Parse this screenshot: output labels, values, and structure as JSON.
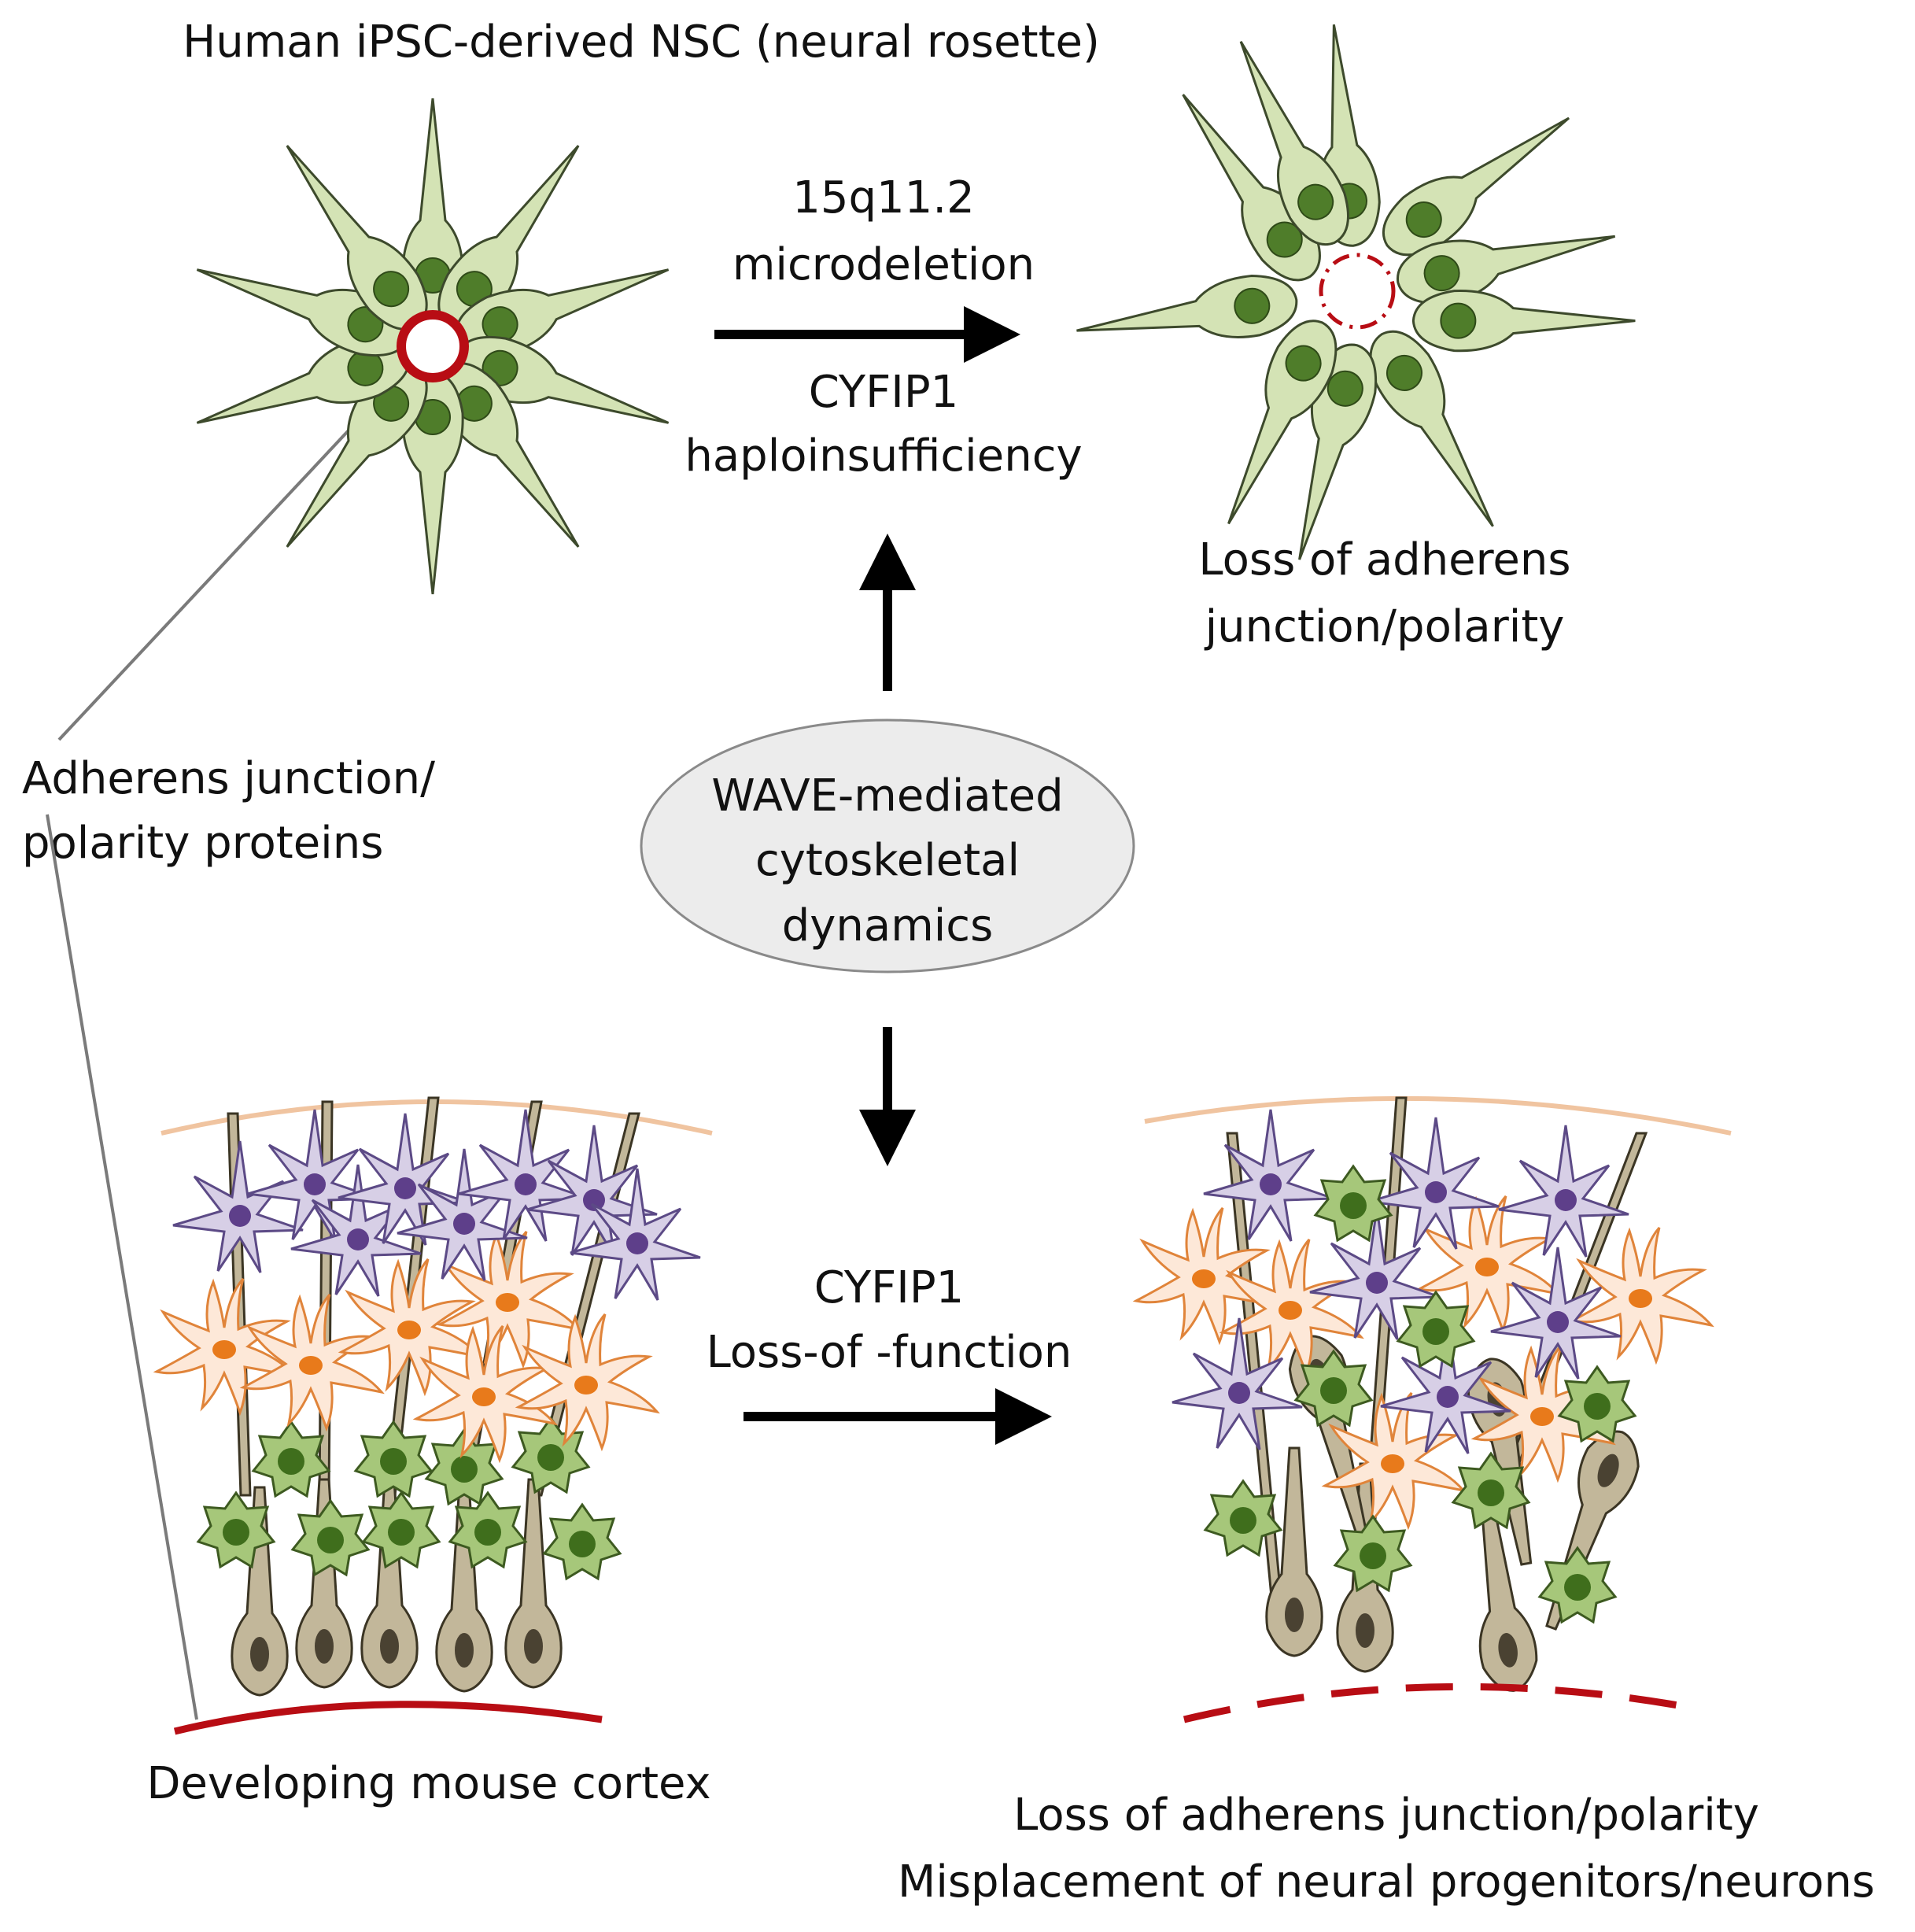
{
  "labels": {
    "rosette_title": "Human iPSC-derived NSC (neural rosette)",
    "deletion_line1": "15q11.2",
    "deletion_line2": "microdeletion",
    "haplo_line1": "CYFIP1",
    "haplo_line2": "haploinsufficiency",
    "rosette_loss_line1": "Loss of adherens",
    "rosette_loss_line2": "junction/polarity",
    "adherens_line1": "Adherens junction/",
    "adherens_line2": "polarity proteins",
    "wave_line1": "WAVE-mediated",
    "wave_line2": "cytoskeletal",
    "wave_line3": "dynamics",
    "lof_line1": "CYFIP1",
    "lof_line2": "Loss-of -function",
    "cortex_title": "Developing mouse cortex",
    "cortex_loss_line1": "Loss of adherens junction/polarity",
    "cortex_loss_line2": "Misplacement of neural progenitors/neurons"
  },
  "colors": {
    "nsc_fill": "#d4e3b5",
    "nucleus": "#4f7d2a",
    "junction_red": "#b80d14",
    "pial_surface": "#f0c4a0",
    "radial_glia": "#c2b79a",
    "glia_nucleus": "#4a4232",
    "neuron_purple": "#d7cfe6",
    "purple_nucleus": "#5e3f8a",
    "neuron_orange": "#fde8d8",
    "orange_nucleus": "#e87a1b",
    "progenitor_green": "#a6c77a",
    "ellipse_fill": "#ececec"
  }
}
